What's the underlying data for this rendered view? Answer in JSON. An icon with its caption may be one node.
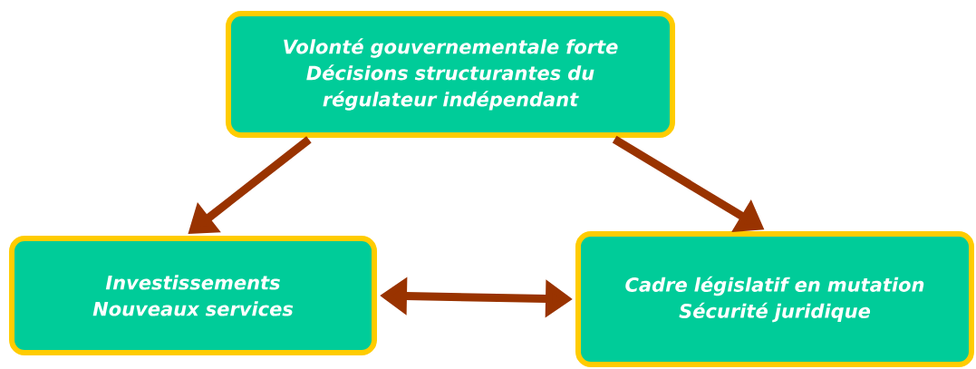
{
  "diagram": {
    "nodes": [
      {
        "text": [
          "Volonté gouvernementale forte",
          "Décisions structurantes du régulateur indépendant"
        ]
      },
      {
        "text": [
          "Investissements",
          "Nouveaux services"
        ]
      },
      {
        "text": [
          "Cadre législatif en mutation",
          "Sécurité juridique"
        ]
      }
    ],
    "edges": [
      {
        "from": 0,
        "to": 1,
        "arrow": "to"
      },
      {
        "from": 0,
        "to": 2,
        "arrow": "to"
      },
      {
        "from": 1,
        "to": 2,
        "arrow": "both"
      }
    ]
  }
}
